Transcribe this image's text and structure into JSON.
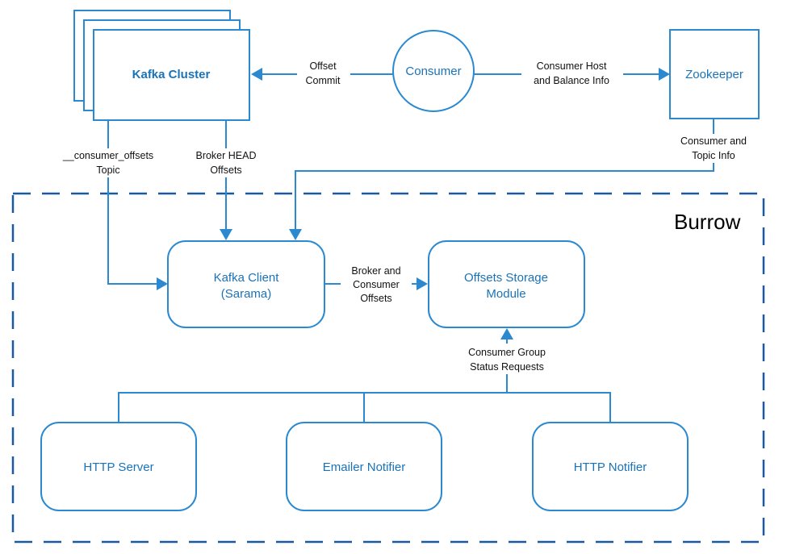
{
  "colors": {
    "accent": "#2a89d0",
    "box_text": "#1a73b8",
    "dashed_border": "#1b5aa3"
  },
  "nodes": {
    "kafka_cluster": "Kafka Cluster",
    "consumer": "Consumer",
    "zookeeper": "Zookeeper",
    "kafka_client": [
      "Kafka Client",
      "(Sarama)"
    ],
    "offsets_storage": [
      "Offsets Storage",
      "Module"
    ],
    "http_server": "HTTP Server",
    "emailer_notifier": "Emailer Notifier",
    "http_notifier": "HTTP Notifier"
  },
  "edges": {
    "offset_commit": [
      "Offset",
      "Commit"
    ],
    "consumer_host": [
      "Consumer Host",
      "and Balance Info"
    ],
    "consumer_offsets_topic": [
      "__consumer_offsets",
      "Topic"
    ],
    "broker_head": [
      "Broker HEAD",
      "Offsets"
    ],
    "consumer_topic_info": [
      "Consumer and",
      "Topic Info"
    ],
    "broker_consumer_offsets": [
      "Broker and",
      "Consumer",
      "Offsets"
    ],
    "group_status": [
      "Consumer Group",
      "Status Requests"
    ]
  },
  "group": {
    "title": "Burrow"
  }
}
